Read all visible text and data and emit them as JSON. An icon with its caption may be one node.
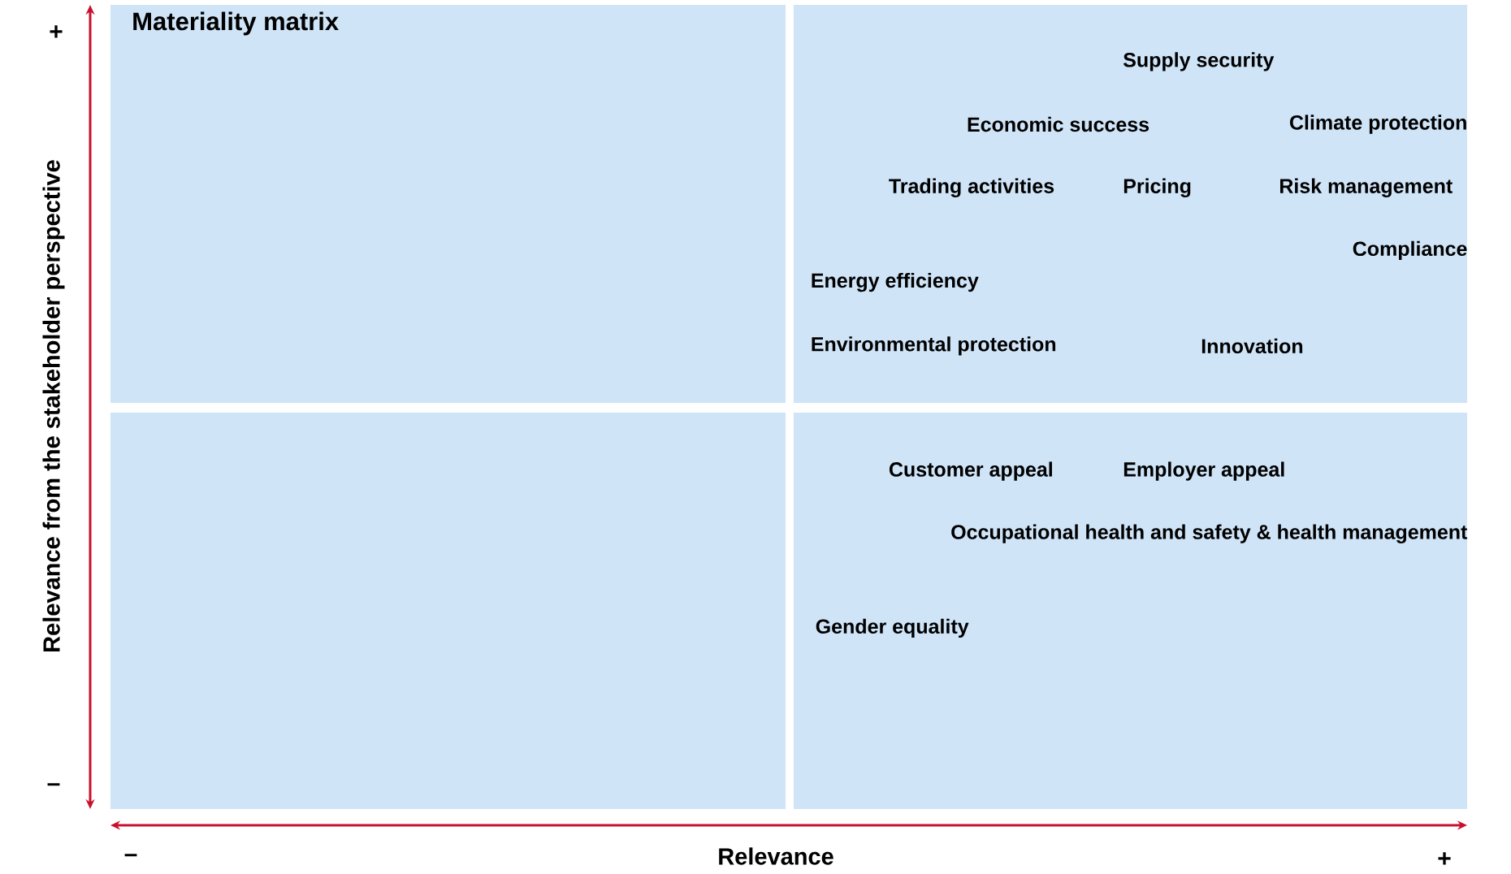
{
  "diagram": {
    "title": "Materiality matrix",
    "nodes": [
      {
        "text": [],
        "shape": "box"
      },
      {
        "text": [
          "Supply security",
          "Economic success",
          "Climate protection",
          "Trading activities",
          "Pricing",
          "Risk management",
          "Compliance",
          "Energy efficiency",
          "Environmental protection",
          "Innovation"
        ]
      },
      {
        "text": [],
        "shape": "box"
      },
      {
        "text": [
          "Customer appeal",
          "Employer appeal",
          "Occupational health and safety & health management",
          "Gender equality"
        ]
      }
    ],
    "edges": [],
    "labels": [
      "+",
      "Relevance from the stakeholder perspective",
      "–",
      "–",
      "Relevance",
      "+"
    ]
  }
}
